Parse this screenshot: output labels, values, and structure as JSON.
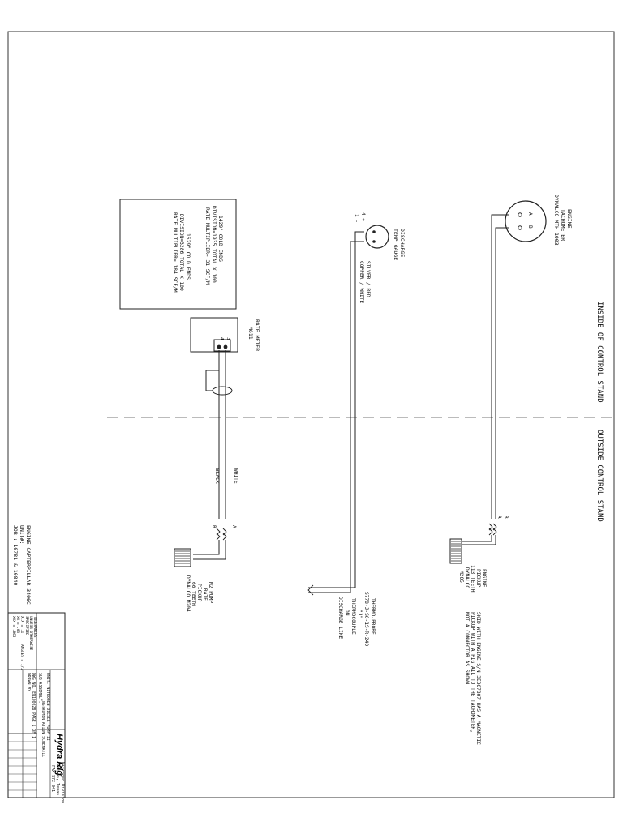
{
  "regions": {
    "inside": "INSIDE OF CONTROL STAND",
    "outside": "OUTSIDE CONTROL STAND"
  },
  "tach_pickup": {
    "title_lines": [
      "ENGINE",
      "TACHOMETER",
      "DYNALCO MTH-1003"
    ],
    "pins": [
      "A",
      "B"
    ],
    "pickup_lines": [
      "ENGINE",
      "PICKUP",
      "113 TEETH",
      "DYNALCO",
      "M205"
    ],
    "wire_labels": [
      "A",
      "B"
    ],
    "note_lines": [
      "SKID WITH ENGINE S/N 3EB07807 HAS A MAGNETIC",
      "PICKUP WITH A PIGTAIL TO THE TACHOMETER,",
      "NOT A CONNECTOR AS SHOWN"
    ]
  },
  "temp": {
    "gauge_lines": [
      "DISCHARGE",
      "TEMP GAUGE"
    ],
    "wire_silver": "SILVER / RED",
    "wire_copper": "COPPER / WHITE",
    "probe_lines": [
      "THERMO-PROBE",
      "S778-J-S6-1S-R-240",
      "\"J\"",
      "THERMOCOUPLE",
      "ON",
      "DISCHARGE LINE"
    ]
  },
  "rate_meter": {
    "title_lines": [
      "RATE METER",
      "M611"
    ],
    "terminals": [
      "3",
      "4"
    ],
    "wire_white": "WHITE",
    "wire_black": "BLACK",
    "wire_labels": [
      "A",
      "B"
    ],
    "pickup_lines": [
      "N2 PUMP",
      "RATE",
      "PICKUP",
      "60 TEETH",
      "DYNALCO M204"
    ]
  },
  "notes_box": {
    "lines": [
      "1429\" COLD ENDS",
      "DIVISION=1935 TOTAL X 100",
      "RATE MULTIPLIER= 31 SCF/M",
      "",
      "1629\" COLD ENDS",
      "DIVISION=3286 TOTAL X 100",
      "RATE MULTIPLIER= 184 SCF/M"
    ]
  },
  "job": {
    "lines": [
      "ENGINE CAPTERPILLAR 3406C",
      "UNIT#:",
      "JOB : 10781 & 10840"
    ]
  },
  "title_block": {
    "logo": "Hydra Rig",
    "company_lines": [
      "Nitrogen Division",
      "Dallas, Texas",
      "FAX 972 941"
    ],
    "desc_lines": [
      "UNIT: NITROGEN DIESEL PUMP II",
      "INSTRUMENTATION SCHEMATIC",
      "SUB ASSEMBLY:"
    ],
    "drawing_lines": [
      "DWG NO. EN10002B  PAGE 1 OF 1",
      "DRAWN BY"
    ],
    "tolerance_lines": [
      "TOLERANCES",
      "UNLESS OTHERWISE",
      "SPECIFIED",
      "X.X = .1",
      "XX = .03",
      "XXX = .005",
      "ANGLES = 1/2"
    ]
  }
}
